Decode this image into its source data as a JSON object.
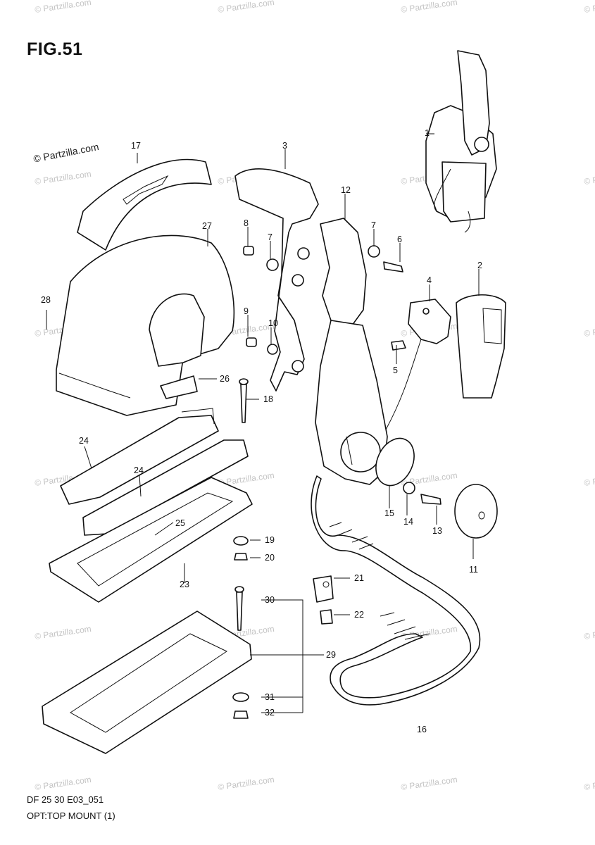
{
  "figure": {
    "title": "FIG.51",
    "footer_code": "DF 25 30 E03_051",
    "footer_caption": "OPT:TOP MOUNT (1)"
  },
  "watermark": {
    "text": "© Partzilla.com"
  },
  "callouts": [
    "1",
    "2",
    "3",
    "4",
    "5",
    "6",
    "7",
    "7",
    "8",
    "9",
    "10",
    "11",
    "12",
    "13",
    "14",
    "15",
    "16",
    "17",
    "18",
    "19",
    "20",
    "21",
    "22",
    "23",
    "24",
    "24",
    "25",
    "26",
    "27",
    "28",
    "29",
    "30",
    "31",
    "32"
  ]
}
